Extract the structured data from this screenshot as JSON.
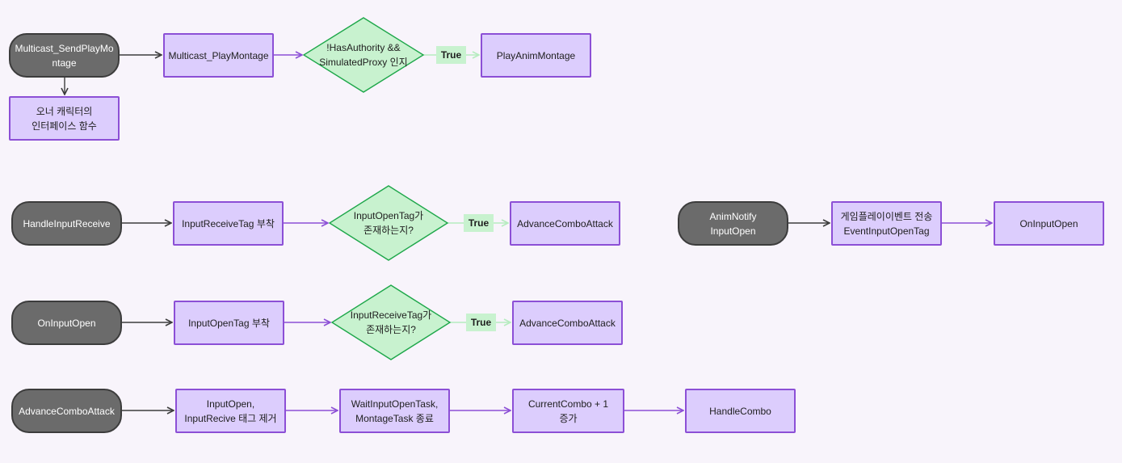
{
  "row1": {
    "start": "Multicast_SendPlayMo\nntage",
    "owner_note": "오너 캐릭터의\n인터페이스 함수",
    "proc1": "Multicast_PlayMontage",
    "decision": "!HasAuthority &&\nSimulatedProxy 인지",
    "true_label": "True",
    "result": "PlayAnimMontage"
  },
  "row2": {
    "start": "HandleInputReceive",
    "proc1": "InputReceiveTag 부착",
    "decision": "InputOpenTag가\n존재하는지?",
    "true_label": "True",
    "result": "AdvanceComboAttack"
  },
  "row2b": {
    "start": "AnimNotify\nInputOpen",
    "proc1": "게임플레이이벤트 전송\nEventInputOpenTag",
    "result": "OnInputOpen"
  },
  "row3": {
    "start": "OnInputOpen",
    "proc1": "InputOpenTag 부착",
    "decision": "InputReceiveTag가\n존재하는지?",
    "true_label": "True",
    "result": "AdvanceComboAttack"
  },
  "row4": {
    "start": "AdvanceComboAttack",
    "proc1": "InputOpen,\nInputRecive 태그 제거",
    "proc2": "WaitInputOpenTask,\nMontageTask 종료",
    "proc3": "CurrentCombo + 1\n증가",
    "result": "HandleCombo"
  },
  "colors": {
    "background": "#f8f4fb",
    "start_fill": "#6b6b6b",
    "process_fill": "#dccdfd",
    "process_stroke": "#8c4fd6",
    "decision_fill": "#c8f2cf",
    "decision_stroke": "#1ea74a",
    "arrow_dark": "#3c3c3c",
    "arrow_purple": "#8c4fd6",
    "arrow_green": "#b6ecbf"
  }
}
